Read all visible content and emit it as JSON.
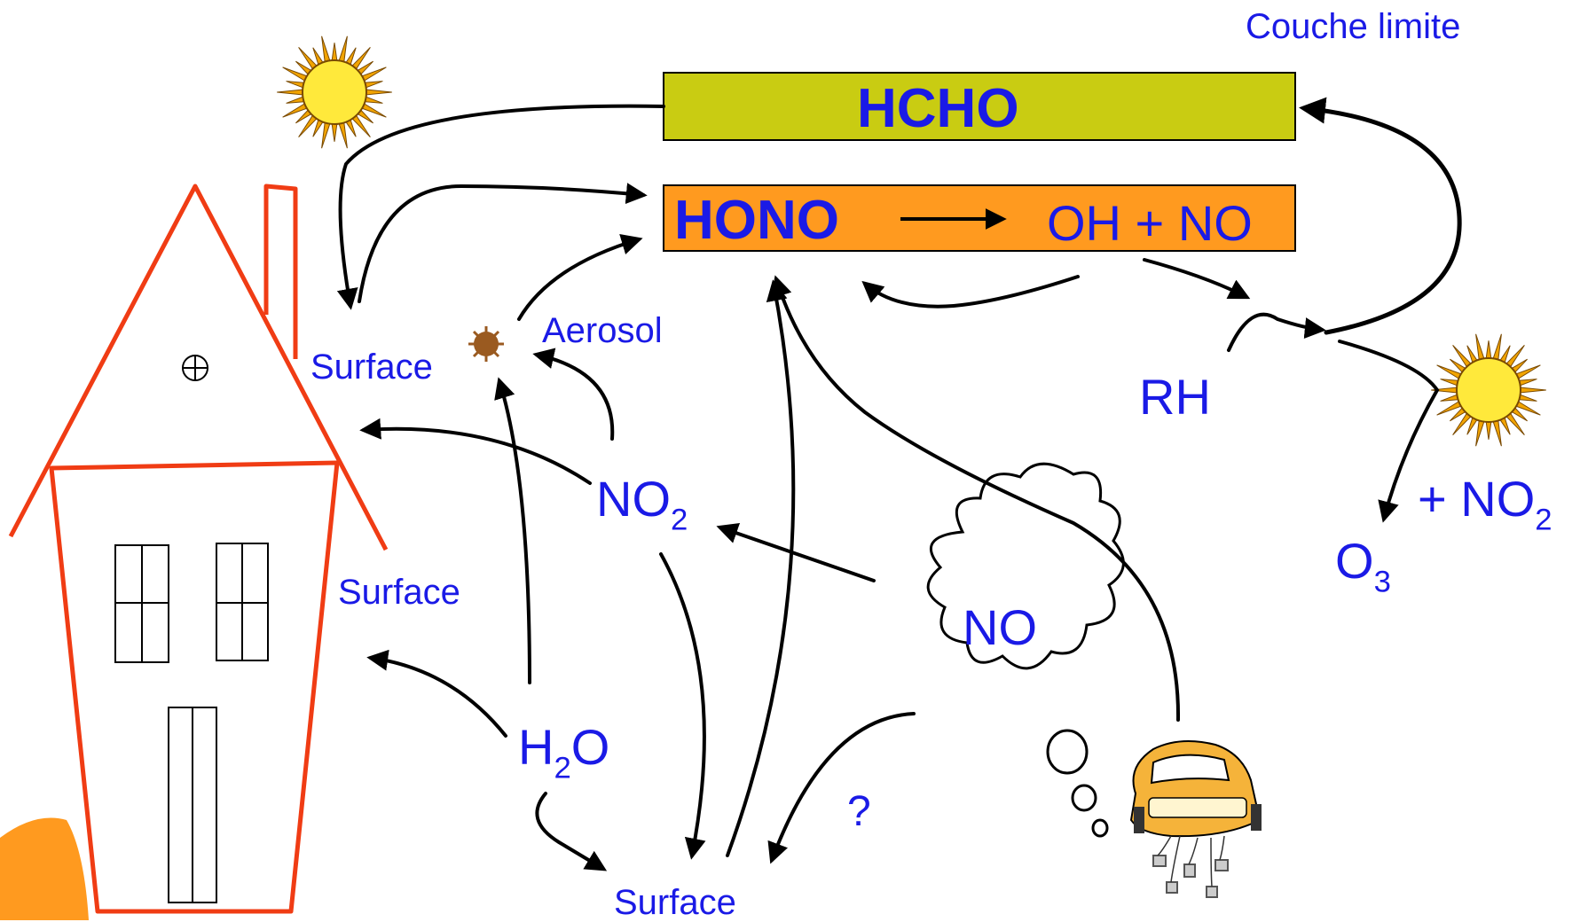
{
  "labels": {
    "boundary_layer": "Couche limite",
    "hcho": "HCHO",
    "hono": "HONO",
    "oh_no": "OH + NO",
    "aerosol": "Aerosol",
    "surface_roof": "Surface",
    "surface_wall": "Surface",
    "surface_ground": "Surface",
    "no2_main": "NO",
    "no2_main_sub": "2",
    "h2o_h": "H",
    "h2o_sub": "2",
    "h2o_o": "O",
    "no_cloud": "NO",
    "question": "?",
    "rh": "RH",
    "plus_no2": "+ NO",
    "plus_no2_sub": "2",
    "o3": "O",
    "o3_sub": "3"
  },
  "colors": {
    "text_blue": "#1a1ae6",
    "hcho_fill": "#c9cc12",
    "hono_fill": "#ff9a1f",
    "house_red": "#f03c14",
    "sun_yellow": "#ffe93b",
    "sun_ray": "#f2a400"
  },
  "icons": [
    "sun-icon",
    "house-icon",
    "aerosol-particle-icon",
    "exhaust-cloud-icon",
    "car-icon"
  ]
}
